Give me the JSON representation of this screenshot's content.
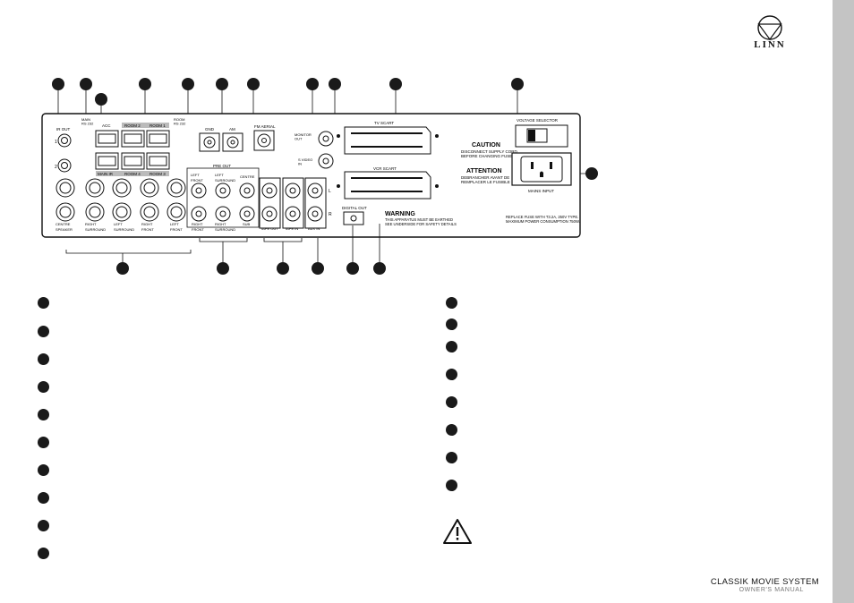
{
  "brand": "LINN",
  "footer": {
    "title": "CLASSIK MOVIE SYSTEM",
    "subtitle": "OWNER'S MANUAL"
  },
  "panel": {
    "ir_out": "IR OUT",
    "main_rs232": "MAIN\nRS 232",
    "acc": "ACC",
    "room2": "ROOM 2",
    "room1": "ROOM 1",
    "room_rs232": "ROOM\nRS 232",
    "gnd": "GND",
    "am": "AM",
    "fm_aerial": "FM AERIAL",
    "monitor_out": "MONITOR\nOUT",
    "svideo_in": "S VIDEO\nIN",
    "tv_scart": "TV SCART",
    "vcr_scart": "VCR SCART",
    "main_ir": "MAIN IR",
    "room4": "ROOM 4",
    "room3": "ROOM 3",
    "jack1": "1",
    "jack2": "2",
    "pre_out": "PRE OUT",
    "centre_speaker": "CENTRE\nSPEAKER",
    "right_surround": "RIGHT\nSURROUND",
    "left_surround": "LEFT\nSURROUND",
    "right_front": "RIGHT\nFRONT",
    "left_front": "LEFT\nFRONT",
    "centre": "CENTRE",
    "sub": "SUB",
    "tape_out": "TAPE OUT",
    "tape_in": "TAPE IN",
    "aux_in": "AUX IN",
    "ch_l": "L",
    "ch_r": "R",
    "digital_out": "DIGITAL OUT",
    "caution": "CAUTION",
    "caution_text": "DISCONNECT SUPPLY CORD\nBEFORE CHANGING FUSE",
    "attention": "ATTENTION",
    "attention_text": "DEBRANCHER AVANT DE\nREMPLACER LE FUSIBLE",
    "warning": "WARNING",
    "warning_text": "THIS APPARATUS MUST BE EARTHED\nSEE UNDERSIDE FOR SAFETY DETAILS",
    "voltage_selector": "VOLTAGE SELECTOR",
    "mains_input": "MAINS INPUT",
    "fuse_text": "REPLACE FUSE WITH T3.2A, 250V TYPE.\nMAXIMUM POWER CONSUMPTION 750W."
  }
}
